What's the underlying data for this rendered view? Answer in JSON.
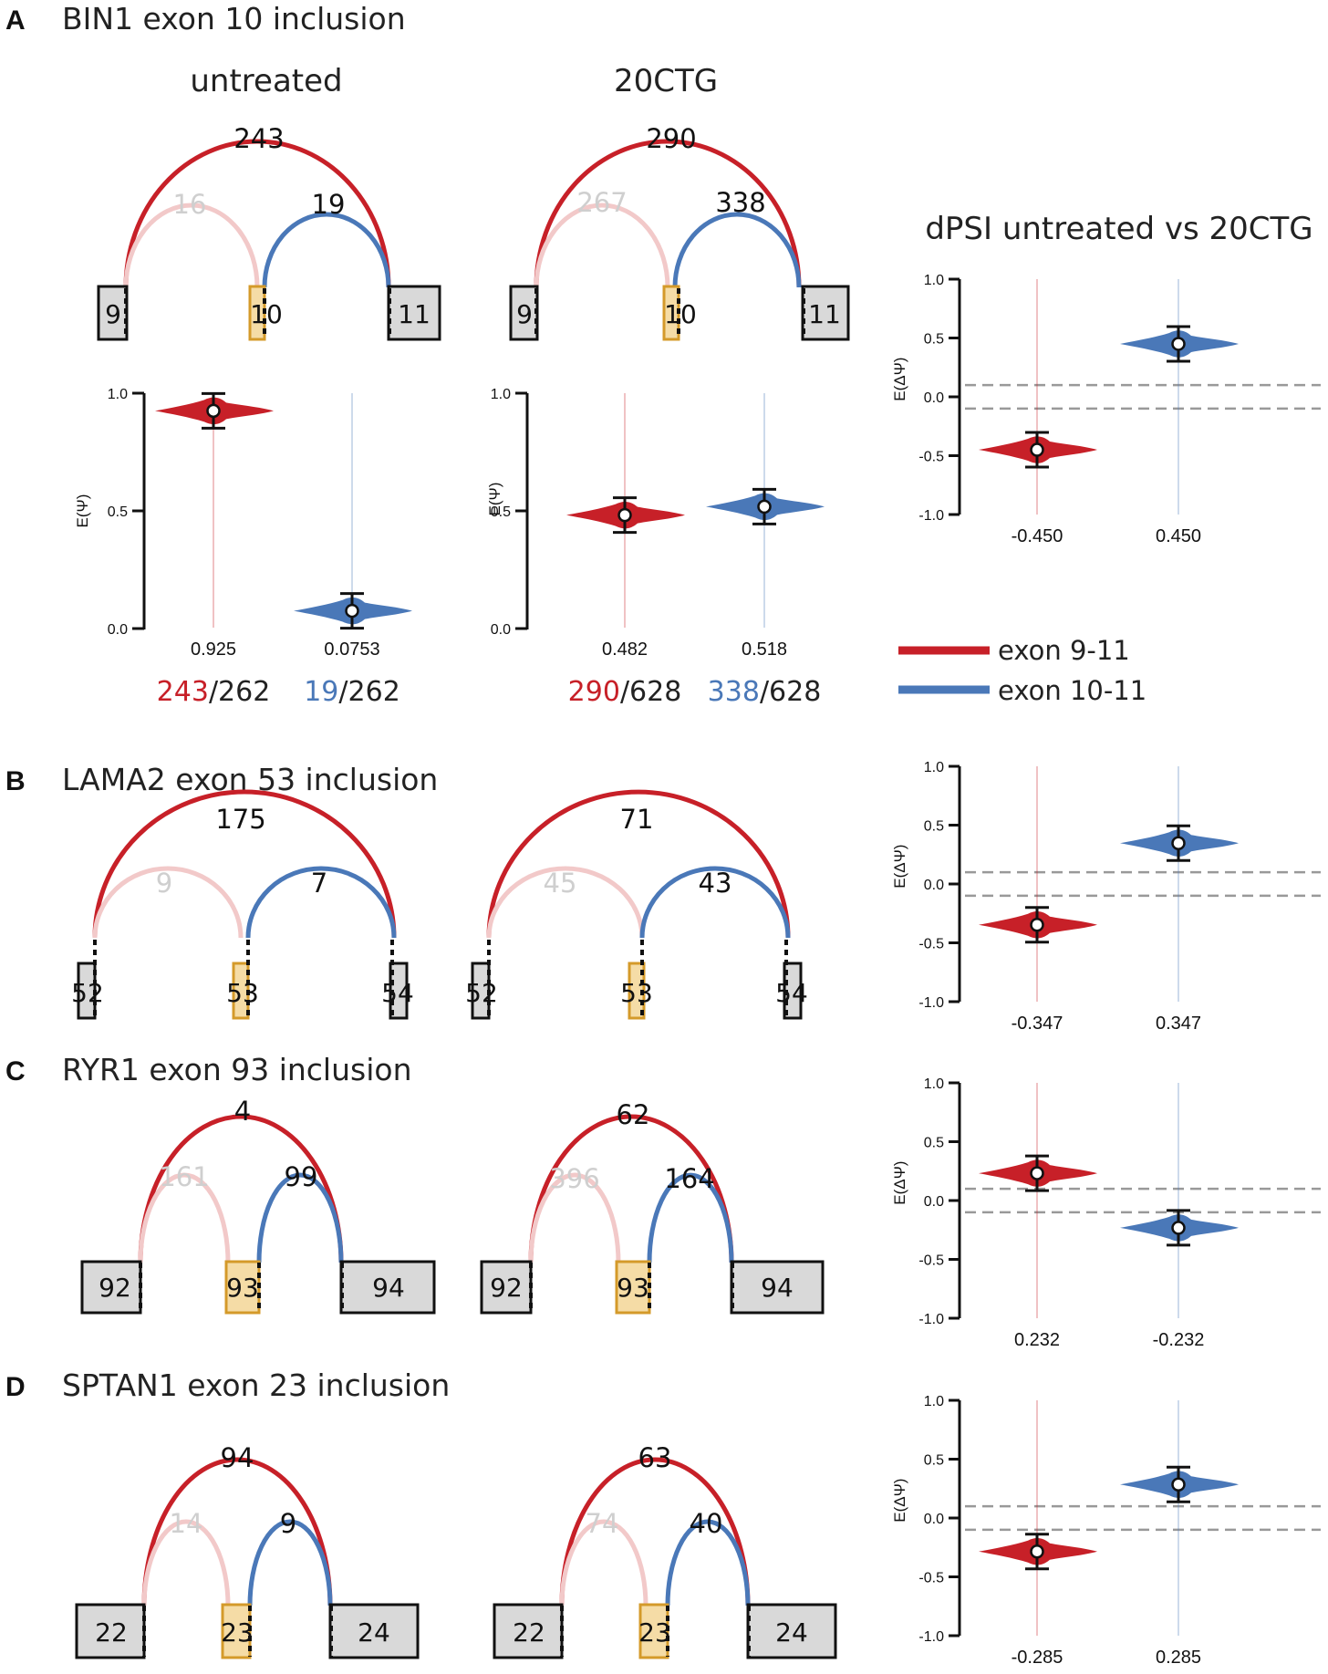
{
  "colors": {
    "red": "#c72028",
    "blue": "#4a78b8",
    "pink": "#f2c9c9",
    "exon_fill": "#d9d9d9",
    "alt_exon_fill": "#f5dca6",
    "alt_exon_stroke": "#d49a2a",
    "dashed": "#999999"
  },
  "legend": [
    {
      "label": "exon 9-11",
      "color": "#c72028"
    },
    {
      "label": "exon 10-11",
      "color": "#4a78b8"
    }
  ],
  "chart_data": {
    "type": "violin",
    "panels": [
      {
        "label": "A",
        "title": "BIN1 exon 10 inclusion",
        "conditions": [
          {
            "title": "untreated",
            "exons": [
              "9",
              "10",
              "11"
            ],
            "junctions": {
              "skip": "243",
              "inc_left": "16",
              "inc_right": "19"
            },
            "psi": {
              "ylabel": "E(Ψ)",
              "ticks": [
                "0.0",
                "0.5",
                "1.0"
              ],
              "ylim": [
                0,
                1
              ],
              "values": [
                0.925,
                0.0753
              ],
              "value_labels": [
                "0.925",
                "0.0753"
              ],
              "ratios": [
                {
                  "num": "243",
                  "den": "/262"
                },
                {
                  "num": "19",
                  "den": "/262"
                }
              ]
            }
          },
          {
            "title": "20CTG",
            "exons": [
              "9",
              "10",
              "11"
            ],
            "junctions": {
              "skip": "290",
              "inc_left": "267",
              "inc_right": "338"
            },
            "psi": {
              "ylabel": "E(Ψ)",
              "ticks": [
                "0.0",
                "0.5",
                "1.0"
              ],
              "ylim": [
                0,
                1
              ],
              "values": [
                0.482,
                0.518
              ],
              "value_labels": [
                "0.482",
                "0.518"
              ],
              "ratios": [
                {
                  "num": "290",
                  "den": "/628"
                },
                {
                  "num": "338",
                  "den": "/628"
                }
              ]
            }
          }
        ],
        "dpsi": {
          "title": "dPSI untreated vs 20CTG",
          "ylabel": "E(ΔΨ)",
          "ylim": [
            -1,
            1
          ],
          "ticks": [
            "-1.0",
            "-0.5",
            "0.0",
            "0.5",
            "1.0"
          ],
          "threshold": 0.1,
          "values": [
            -0.45,
            0.45
          ],
          "value_labels": [
            "-0.450",
            "0.450"
          ]
        }
      },
      {
        "label": "B",
        "title": "LAMA2 exon 53 inclusion",
        "conditions": [
          {
            "exons": [
              "52",
              "53",
              "54"
            ],
            "junctions": {
              "skip": "175",
              "inc_left": "9",
              "inc_right": "7"
            }
          },
          {
            "exons": [
              "52",
              "53",
              "54"
            ],
            "junctions": {
              "skip": "71",
              "inc_left": "45",
              "inc_right": "43"
            }
          }
        ],
        "dpsi": {
          "ylabel": "E(ΔΨ)",
          "ylim": [
            -1,
            1
          ],
          "ticks": [
            "-1.0",
            "-0.5",
            "0.0",
            "0.5",
            "1.0"
          ],
          "threshold": 0.1,
          "values": [
            -0.347,
            0.347
          ],
          "value_labels": [
            "-0.347",
            "0.347"
          ]
        }
      },
      {
        "label": "C",
        "title": "RYR1 exon 93 inclusion",
        "conditions": [
          {
            "exons": [
              "92",
              "93",
              "94"
            ],
            "junctions": {
              "skip": "4",
              "inc_left": "161",
              "inc_right": "99"
            }
          },
          {
            "exons": [
              "92",
              "93",
              "94"
            ],
            "junctions": {
              "skip": "62",
              "inc_left": "396",
              "inc_right": "164"
            }
          }
        ],
        "dpsi": {
          "ylabel": "E(ΔΨ)",
          "ylim": [
            -1,
            1
          ],
          "ticks": [
            "-1.0",
            "-0.5",
            "0.0",
            "0.5",
            "1.0"
          ],
          "threshold": 0.1,
          "values": [
            0.232,
            -0.232
          ],
          "value_labels": [
            "0.232",
            "-0.232"
          ]
        }
      },
      {
        "label": "D",
        "title": "SPTAN1 exon 23 inclusion",
        "conditions": [
          {
            "exons": [
              "22",
              "23",
              "24"
            ],
            "junctions": {
              "skip": "94",
              "inc_left": "14",
              "inc_right": "9"
            }
          },
          {
            "exons": [
              "22",
              "23",
              "24"
            ],
            "junctions": {
              "skip": "63",
              "inc_left": "74",
              "inc_right": "40"
            }
          }
        ],
        "dpsi": {
          "ylabel": "E(ΔΨ)",
          "ylim": [
            -1,
            1
          ],
          "ticks": [
            "-1.0",
            "-0.5",
            "0.0",
            "0.5",
            "1.0"
          ],
          "threshold": 0.1,
          "values": [
            -0.285,
            0.285
          ],
          "value_labels": [
            "-0.285",
            "0.285"
          ]
        }
      }
    ]
  }
}
